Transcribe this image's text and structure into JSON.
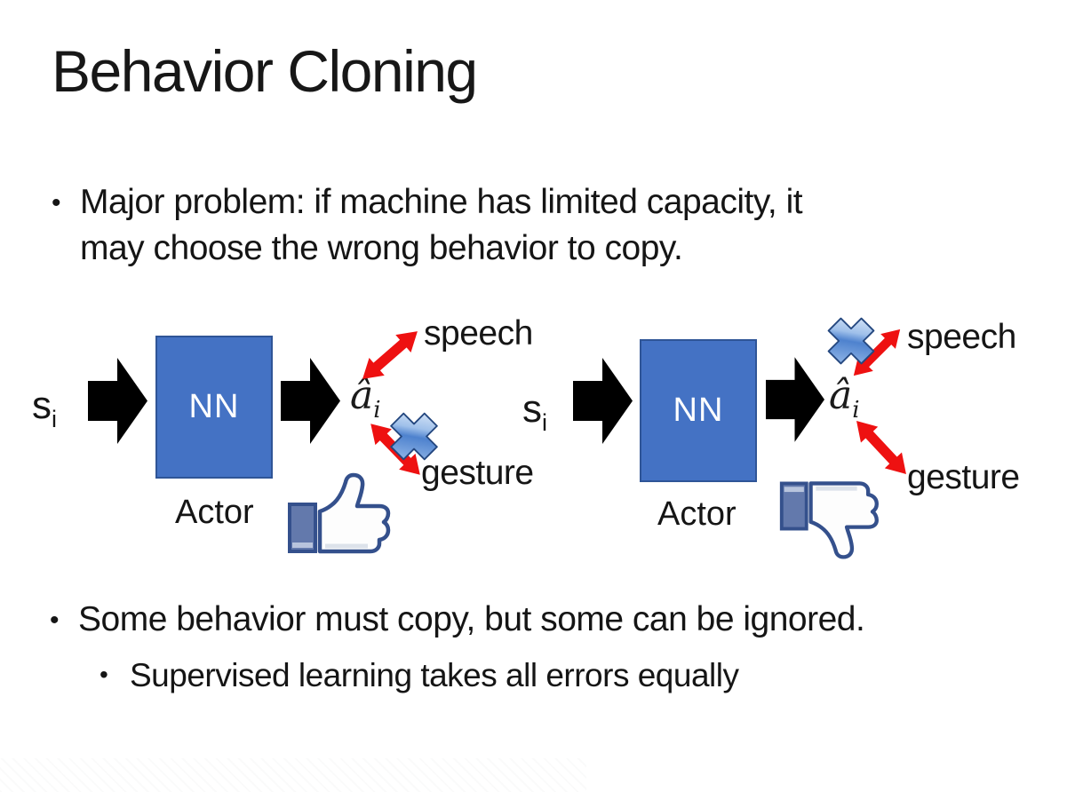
{
  "slide": {
    "title": "Behavior Cloning",
    "bullets": {
      "marker": "•",
      "b1_line1": "Major problem: if machine has limited capacity, it",
      "b1_line2": "may choose the wrong behavior to copy.",
      "b2": "Some behavior must copy, but some can be ignored.",
      "b3": "Supervised learning takes all errors equally"
    }
  },
  "diagram": {
    "left": {
      "state": "s",
      "state_sub": "i",
      "nn": "NN",
      "action": "â",
      "action_sub": "i",
      "speech": "speech",
      "gesture": "gesture",
      "actor": "Actor",
      "crossed_out_action": "gesture",
      "feedback_icon": "thumbs-up-icon"
    },
    "right": {
      "state": "s",
      "state_sub": "i",
      "nn": "NN",
      "action": "â",
      "action_sub": "i",
      "speech": "speech",
      "gesture": "gesture",
      "actor": "Actor",
      "crossed_out_action": "speech",
      "feedback_icon": "thumbs-down-icon"
    }
  },
  "colors": {
    "background": "#ffffff",
    "text": "#151515",
    "nn_box_fill": "#4472C4",
    "nn_box_border": "#2F5597",
    "nn_text": "#ffffff",
    "block_arrow": "#000000",
    "double_arrow_red": "#EE1111",
    "cross_blue_dark": "#24477F",
    "cross_blue_mid": "#4E82CE",
    "cross_blue_light": "#EAF2FC",
    "thumb_outline": "#34508C",
    "thumb_sleeve": "#6379AC",
    "thumb_hand": "#FDFDFD"
  }
}
